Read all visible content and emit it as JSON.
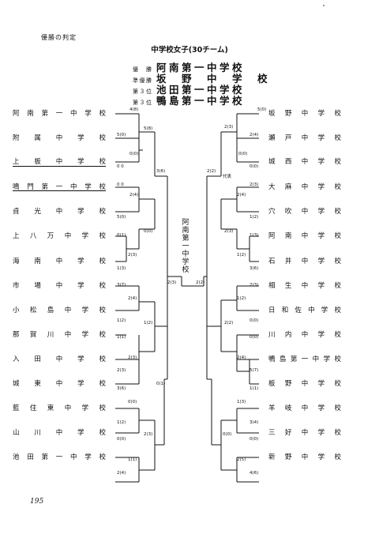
{
  "header": {
    "note": "優勝の判定",
    "title": "中学校女子(30チーム)"
  },
  "winners": [
    {
      "rank": "優　勝",
      "school": "阿南第一中学校"
    },
    {
      "rank": "準優勝",
      "school": "坂　野　中　学　校"
    },
    {
      "rank": "第３位",
      "school": "池田第一中学校"
    },
    {
      "rank": "第３位",
      "school": "鴨島第一中学校"
    }
  ],
  "left_teams": [
    "阿南第一中学校",
    "附属中学校",
    "上板中学校",
    "鳴門第一中学校",
    "貞光中学校",
    "上八万中学校",
    "海南中学校",
    "市場中学校",
    "小松島中学校",
    "那賀川中学校",
    "入田中学校",
    "城東中学校",
    "藍住東中学校",
    "山川中学校",
    "池田第一中学校"
  ],
  "right_teams": [
    "坂野中学校",
    "瀬戸中学校",
    "城西中学校",
    "大麻中学校",
    "穴吹中学校",
    "阿南中学校",
    "石井中学校",
    "相生中学校",
    "日和佐中学校",
    "川内中学校",
    "鴨島第一中学校",
    "板野中学校",
    "羊岐中学校",
    "三好中学校",
    "新野中学校"
  ],
  "scores_left": [
    "4(8)",
    "5(0)",
    "0(0)",
    "5(8)",
    "0 0",
    "0 0",
    "2(4)",
    "3(6)",
    "5(0)",
    "0(0)",
    "0(1)",
    "2(3)",
    "1(3)",
    "3(7)",
    "2(4)",
    "1(2)",
    "1(2)",
    "1(1)",
    "2(3)",
    "2(3)",
    "0(1)",
    "3(6)",
    "0(0)",
    "1(2)",
    "2(3)",
    "0(0)",
    "1(1)",
    "2(4)",
    "2(3)"
  ],
  "scores_right": [
    "5(0)",
    "2(3)",
    "2(4)",
    "0(0)",
    "0(0)",
    "2(2)",
    "2(3)",
    "2(4)",
    "1(2)",
    "2(3)",
    "1(3)",
    "1(2)",
    "3(6)",
    "2(3)",
    "1(2)",
    "0(0)",
    "2(2)",
    "0(0)",
    "2(4)",
    "5(7)",
    "1(1)",
    "1(3)",
    "3(4)",
    "0(0)",
    "0(0)",
    "2(5)",
    "4(6)",
    "2(2)"
  ],
  "labels": {
    "daihyo": "代表",
    "champion": "阿南第一中学校"
  },
  "footer": {
    "page": "195"
  }
}
